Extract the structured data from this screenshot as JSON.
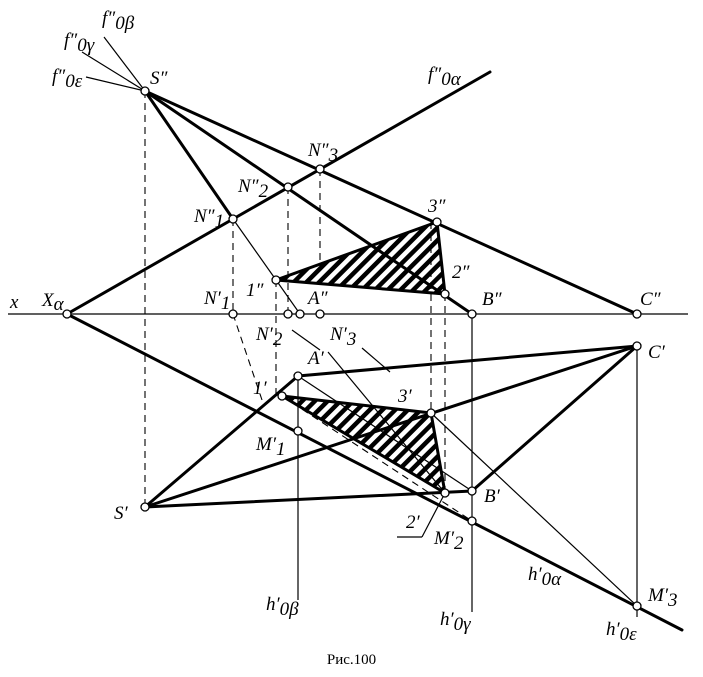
{
  "caption": "Рис.100",
  "labels": {
    "x": "x",
    "Xa": "X",
    "Xa_sub": "α",
    "f0b": "f″",
    "f0b_sub": "0β",
    "f0g": "f″",
    "f0g_sub": "0γ",
    "f0e": "f″",
    "f0e_sub": "0ε",
    "f0a": "f″",
    "f0a_sub": "0α",
    "S2": "S″",
    "N3_2": "N″",
    "N3_2_sub": "3",
    "N2_2": "N″",
    "N2_2_sub": "2",
    "N1_2": "N″",
    "N1_2_sub": "1",
    "P3_2": "3″",
    "P2_2": "2″",
    "P1_2": "1″",
    "A2": "A″",
    "B2": "B″",
    "C2": "C″",
    "N1_1": "N′",
    "N1_1_sub": "1",
    "N2_1": "N′",
    "N2_1_sub": "2",
    "N3_1": "N′",
    "N3_1_sub": "3",
    "A1": "A′",
    "C1": "C′",
    "P1_1": "1′",
    "P3_1": "3′",
    "M1_1": "M′",
    "M1_1_sub": "1",
    "S1": "S′",
    "B1": "B′",
    "P2_1": "2′",
    "M2_1": "M′",
    "M2_1_sub": "2",
    "h0a": "h′",
    "h0a_sub": "0α",
    "M3_1": "M′",
    "M3_1_sub": "3",
    "h0b": "h′",
    "h0b_sub": "0β",
    "h0g": "h′",
    "h0g_sub": "0γ",
    "h0e": "h′",
    "h0e_sub": "0ε"
  }
}
